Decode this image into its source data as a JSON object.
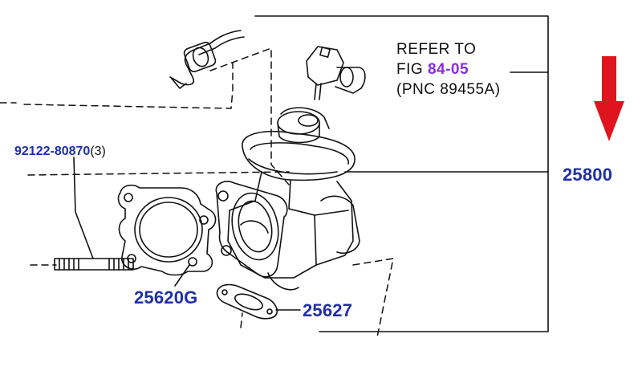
{
  "parts": {
    "bolt": {
      "number": "92122-80870",
      "qty": "(3)"
    },
    "gasket_large": {
      "number": "25620G"
    },
    "gasket_small": {
      "number": "25627"
    },
    "egr_valve": {
      "number": "25800"
    }
  },
  "reference": {
    "line1": "REFER TO",
    "line2_prefix": "FIG ",
    "fig_link": "84-05",
    "line3": "(PNC 89455A)"
  },
  "colors": {
    "part_number": "#1f2fa6",
    "link": "#8a2be2",
    "arrow": "#e0141e",
    "line": "#111111"
  },
  "icons": {
    "direction": "down-arrow-icon"
  }
}
